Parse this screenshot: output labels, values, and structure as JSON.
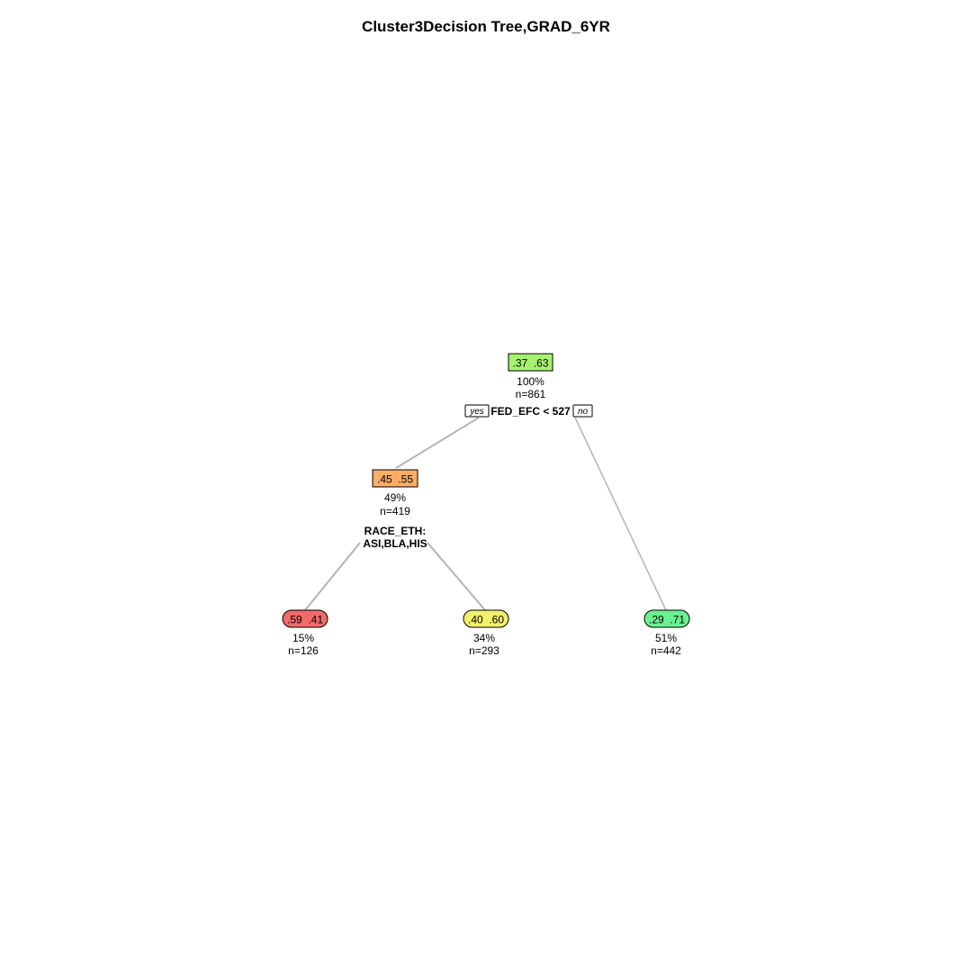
{
  "title": "Cluster3Decision Tree,GRAD_6YR",
  "colors": {
    "root": "#a6f26e",
    "node_left": "#f9ad66",
    "leaf_red": "#f26a6a",
    "leaf_yellow": "#f2f26a",
    "leaf_green": "#6af290",
    "edge": "#b4b4b4"
  },
  "tree": {
    "root": {
      "probs": ".37  .63",
      "pct": "100%",
      "n": "n=861",
      "split": "FED_EFC < 527",
      "yes": "yes",
      "no": "no"
    },
    "left": {
      "probs": ".45  .55",
      "pct": "49%",
      "n": "n=419",
      "split_line1": "RACE_ETH:",
      "split_line2": "ASI,BLA,HIS"
    },
    "leaves": [
      {
        "probs": ".59  .41",
        "pct": "15%",
        "n": "n=126"
      },
      {
        "probs": ".40  .60",
        "pct": "34%",
        "n": "n=293"
      },
      {
        "probs": ".29  .71",
        "pct": "51%",
        "n": "n=442"
      }
    ]
  }
}
